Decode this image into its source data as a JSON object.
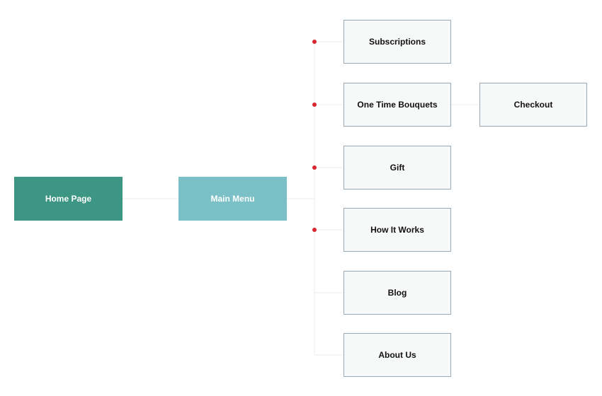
{
  "diagram": {
    "nodes": {
      "home": {
        "label": "Home Page",
        "color": "#3d9683"
      },
      "main_menu": {
        "label": "Main Menu",
        "color": "#7ac0c6"
      },
      "subscriptions": {
        "label": "Subscriptions",
        "marked": true
      },
      "one_time": {
        "label": "One Time Bouquets",
        "marked": true
      },
      "gift": {
        "label": "Gift",
        "marked": true
      },
      "how_it_works": {
        "label": "How It Works",
        "marked": true
      },
      "blog": {
        "label": "Blog",
        "marked": false
      },
      "about_us": {
        "label": "About Us",
        "marked": false
      },
      "checkout": {
        "label": "Checkout"
      }
    },
    "edges": [
      [
        "home",
        "main_menu"
      ],
      [
        "main_menu",
        "subscriptions"
      ],
      [
        "main_menu",
        "one_time"
      ],
      [
        "main_menu",
        "gift"
      ],
      [
        "main_menu",
        "how_it_works"
      ],
      [
        "main_menu",
        "blog"
      ],
      [
        "main_menu",
        "about_us"
      ],
      [
        "one_time",
        "checkout"
      ]
    ],
    "marker_color": "#d7262e",
    "outline_color": "#9ba8b6"
  }
}
